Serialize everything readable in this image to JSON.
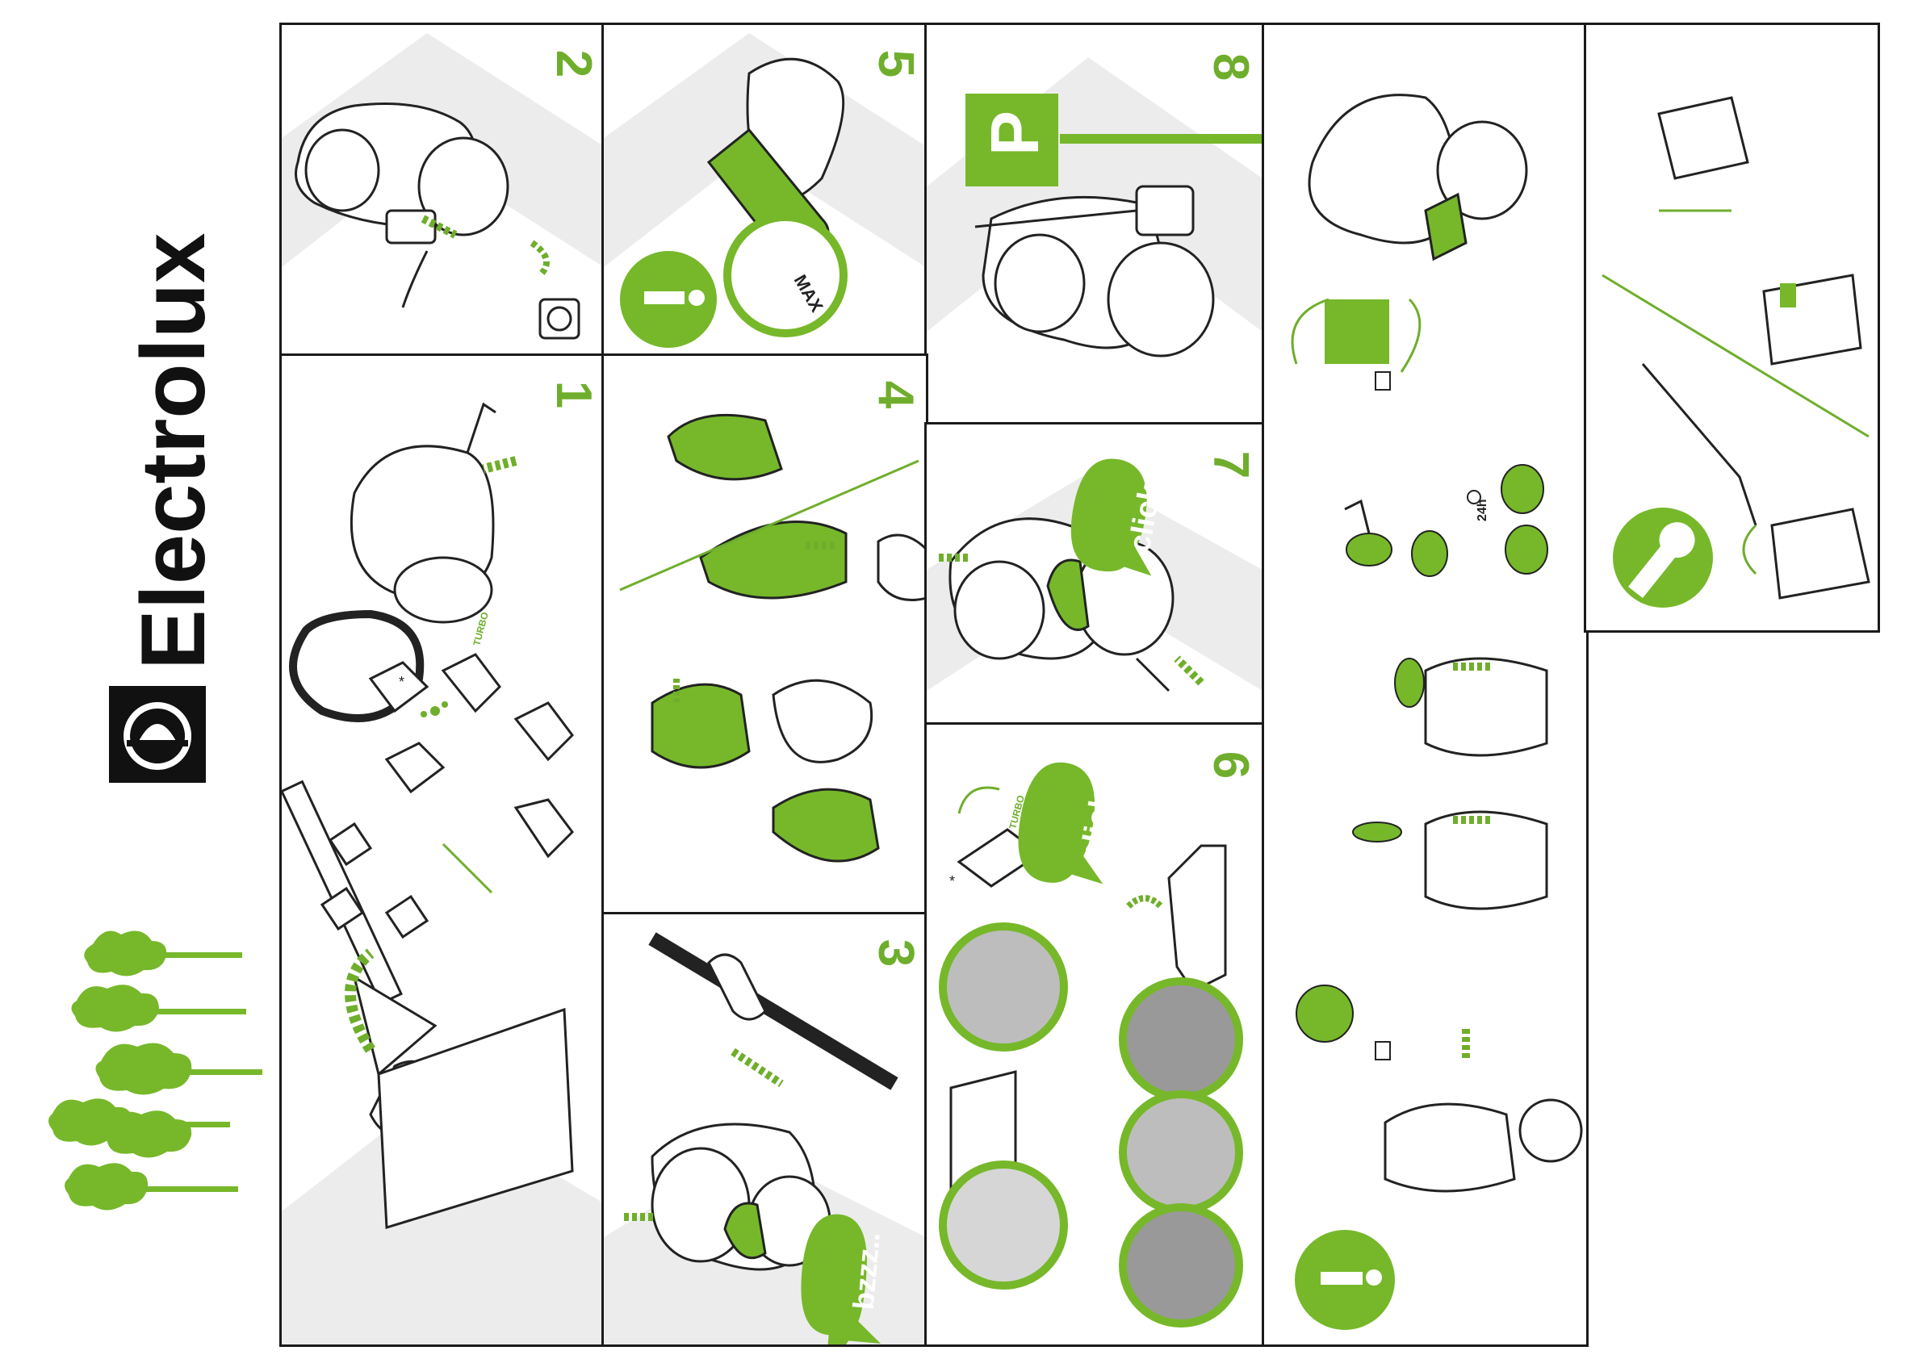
{
  "brand": {
    "name": "Electrolux",
    "colors": {
      "accent": "#6fae2c",
      "ink": "#1a1a1a",
      "gray": "#e8e8e8"
    }
  },
  "panels": {
    "p1": {
      "step": "1",
      "labels": {
        "turbo": "TURBO",
        "asterisk": "*"
      }
    },
    "p2": {
      "step": "2"
    },
    "p3": {
      "step": "3",
      "bubble": "bzzz.."
    },
    "p4": {
      "step": "4"
    },
    "p5": {
      "step": "5",
      "max": "MAX"
    },
    "p6": {
      "step": "6",
      "bubble": "click",
      "turbo": "TURBO",
      "asterisk": "*"
    },
    "p7": {
      "step": "7",
      "bubble": "click"
    },
    "p8": {
      "step": "8",
      "parking": "P"
    },
    "p9": {
      "timer": "24h"
    },
    "p10": {}
  },
  "icons": [
    "electrolux-logo-icon",
    "tree-icon",
    "info-icon",
    "wrench-icon",
    "plug-socket-icon",
    "sun-icon",
    "dishwasher-icon"
  ]
}
